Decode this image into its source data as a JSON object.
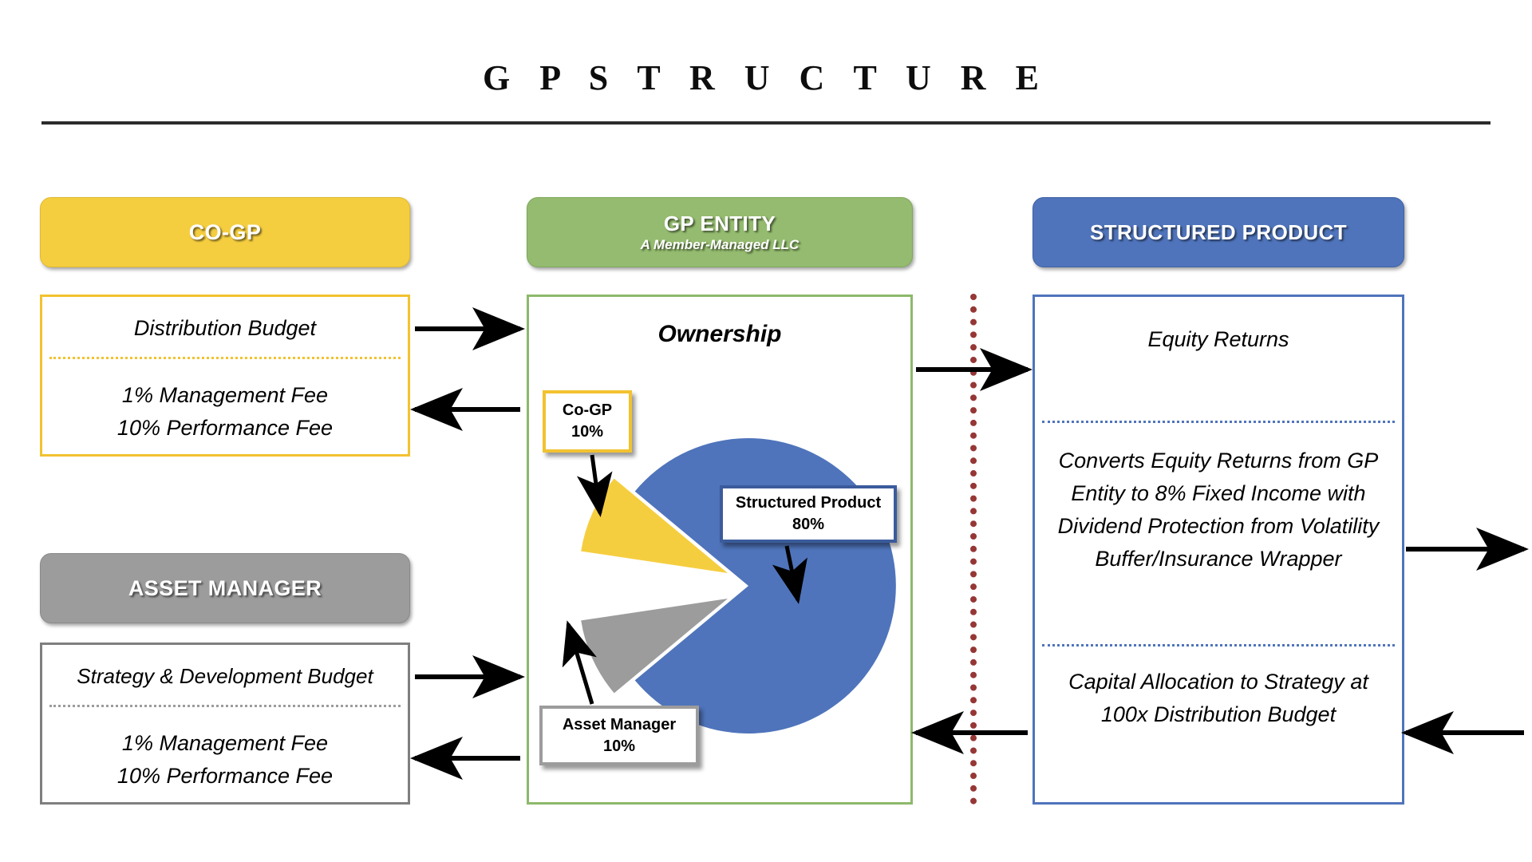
{
  "title": "G P   S T R U C T U R E",
  "colors": {
    "cogp_yellow": "#F5CE40",
    "cogp_border": "#F2C230",
    "asset_gray": "#9C9C9C",
    "asset_border": "#7F7F7F",
    "gp_green": "#94BB6F",
    "gp_border": "#8DB96B",
    "sp_blue": "#4F74BB",
    "sp_border": "#3B5B9B",
    "separator_red": "#953735",
    "arrow_black": "#000000"
  },
  "cogp": {
    "header": "CO-GP",
    "budget": "Distribution Budget",
    "fee_management": "1% Management Fee",
    "fee_performance": "10% Performance Fee"
  },
  "asset_manager": {
    "header": "ASSET MANAGER",
    "budget": "Strategy & Development Budget",
    "fee_management": "1% Management Fee",
    "fee_performance": "10% Performance Fee"
  },
  "gp_entity": {
    "header": "GP ENTITY",
    "subheader": "A Member-Managed LLC",
    "chart_title": "Ownership"
  },
  "structured_product": {
    "header": "STRUCTURED PRODUCT",
    "equity_returns": "Equity Returns",
    "conversion": "Converts Equity Returns from GP Entity to 8% Fixed Income with Dividend Protection from Volatility Buffer/Insurance Wrapper",
    "capital_allocation": "Capital Allocation to Strategy at 100x Distribution Budget"
  },
  "callouts": {
    "cogp_name": "Co-GP",
    "cogp_pct": "10%",
    "sp_name": "Structured Product",
    "sp_pct": "80%",
    "am_name": "Asset Manager",
    "am_pct": "10%"
  },
  "chart_data": {
    "type": "pie",
    "title": "Ownership",
    "categories": [
      "Structured Product",
      "Co-GP",
      "Asset Manager"
    ],
    "values": [
      80,
      10,
      10
    ],
    "unit": "%",
    "colors": [
      "#4F74BB",
      "#F5CE40",
      "#9C9C9C"
    ],
    "exploded": [
      false,
      true,
      true
    ],
    "legend": "none",
    "labels": [
      "Structured Product 80%",
      "Co-GP 10%",
      "Asset Manager 10%"
    ]
  }
}
